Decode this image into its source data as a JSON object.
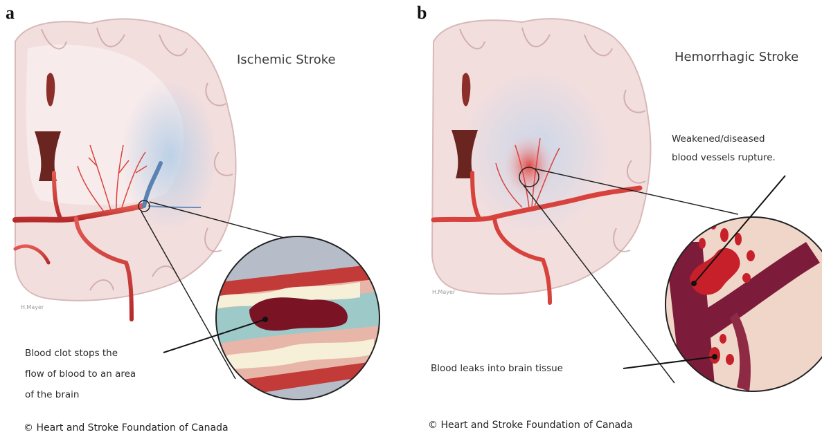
{
  "panels": [
    {
      "letter": "a",
      "title": "Ischemic Stroke",
      "callout_lines": [
        "Blood clot stops the",
        "flow of blood to an area",
        "of the brain"
      ],
      "artist": "H.Mayer",
      "copyright": "© Heart and Stroke Foundation of Canada"
    },
    {
      "letter": "b",
      "title": "Hemorrhagic Stroke",
      "callout_top_lines": [
        "Weakened/diseased",
        "blood vessels rupture."
      ],
      "callout_bottom": "Blood leaks into brain tissue",
      "artist": "H.Mayer",
      "copyright": "© Heart and Stroke Foundation of Canada"
    }
  ],
  "colors": {
    "brain_tissue": "#f3dede",
    "white_matter": "#f8ecec",
    "artery": "#d8423c",
    "clot": "#7a1424",
    "ischemic_area": "#b9cfe6",
    "hemorrhage": "#c8202a",
    "dark_vessel": "#7d1c3a"
  }
}
